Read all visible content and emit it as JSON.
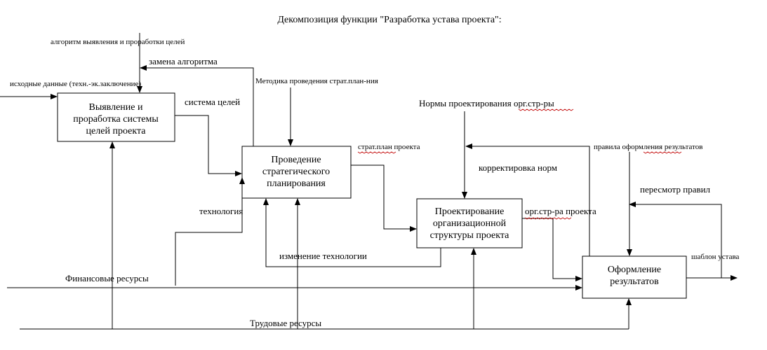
{
  "title": "Декомпозиция функции \"Разработка устава проекта\":",
  "boxes": {
    "goals": [
      "Выявление и",
      "проработка системы",
      "целей проекта"
    ],
    "planning": [
      "Проведение",
      "стратегического",
      "планирования"
    ],
    "org": [
      "Проектирование",
      "организационной",
      "структуры проекта"
    ],
    "results": [
      "Оформление",
      "результатов"
    ]
  },
  "labels": {
    "algorithm": "алгоритм выявления и проработки целей",
    "algorithm_change": "замена алгоритма",
    "input_data": "исходные данные (техн.-эк.заключение)",
    "method": "Методика проведения страт.план-ния",
    "goal_system": "система целей",
    "norms": "Нормы проектирования орг.стр-ры",
    "strat_plan": "страт.план проекта",
    "rules": "правила оформления результатов",
    "norm_correction": "корректировка норм",
    "rules_review": "пересмотр правил",
    "org_structure": "орг.стр-ра проекта",
    "technology": "технология",
    "tech_change": "изменение технологии",
    "charter_template": "шаблон устава",
    "financial": "Финансовые ресурсы",
    "labor": "Трудовые ресурсы"
  }
}
